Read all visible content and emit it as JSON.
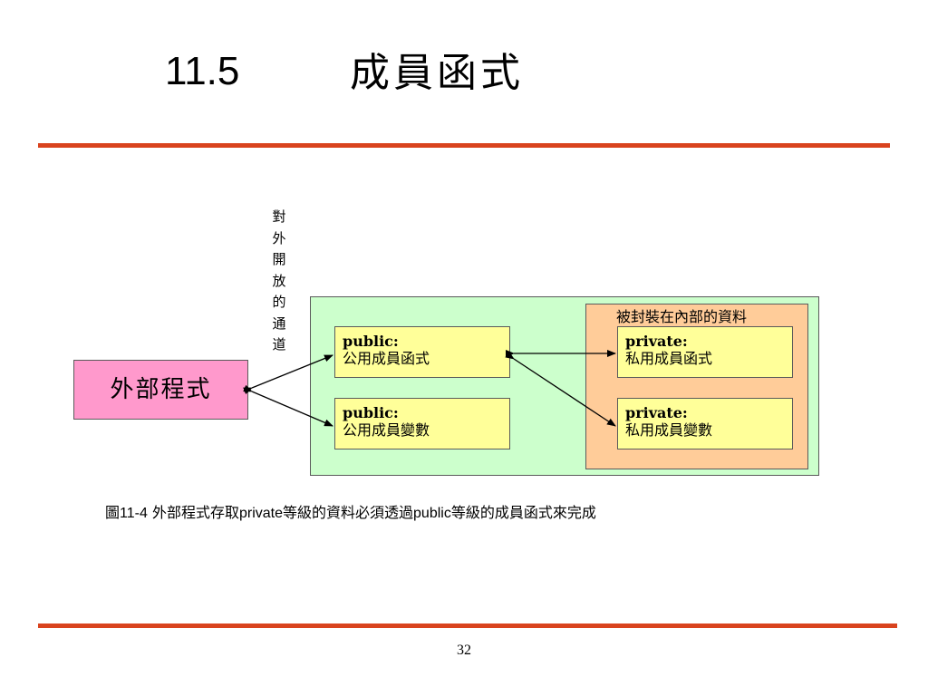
{
  "title": {
    "number": "11.5",
    "text": "成員函式"
  },
  "diagram": {
    "vertical_label_chars": [
      "對",
      "外",
      "開",
      "放",
      "的",
      "通",
      "道"
    ],
    "external_program": "外部程式",
    "encapsulated_label": "被封裝在內部的資料",
    "public_function": {
      "keyword": "public:",
      "desc": "公用成員函式"
    },
    "public_variable": {
      "keyword": "public:",
      "desc": "公用成員變數"
    },
    "private_function": {
      "keyword": "private:",
      "desc": "私用成員函式"
    },
    "private_variable": {
      "keyword": "private:",
      "desc": "私用成員變數"
    },
    "colors": {
      "outer": "#ccffcc",
      "inner": "#ffcc99",
      "member": "#ffff99",
      "external": "#ff99cc",
      "rule": "#d9431e"
    }
  },
  "caption": {
    "fig_label": "圖",
    "fig_number": "11-4",
    "part1": "外部程式存取",
    "part2": "private",
    "part3": "等級的資料必須透過",
    "part4": "public",
    "part5": "等級的成員函式來完成"
  },
  "page_number": "32"
}
